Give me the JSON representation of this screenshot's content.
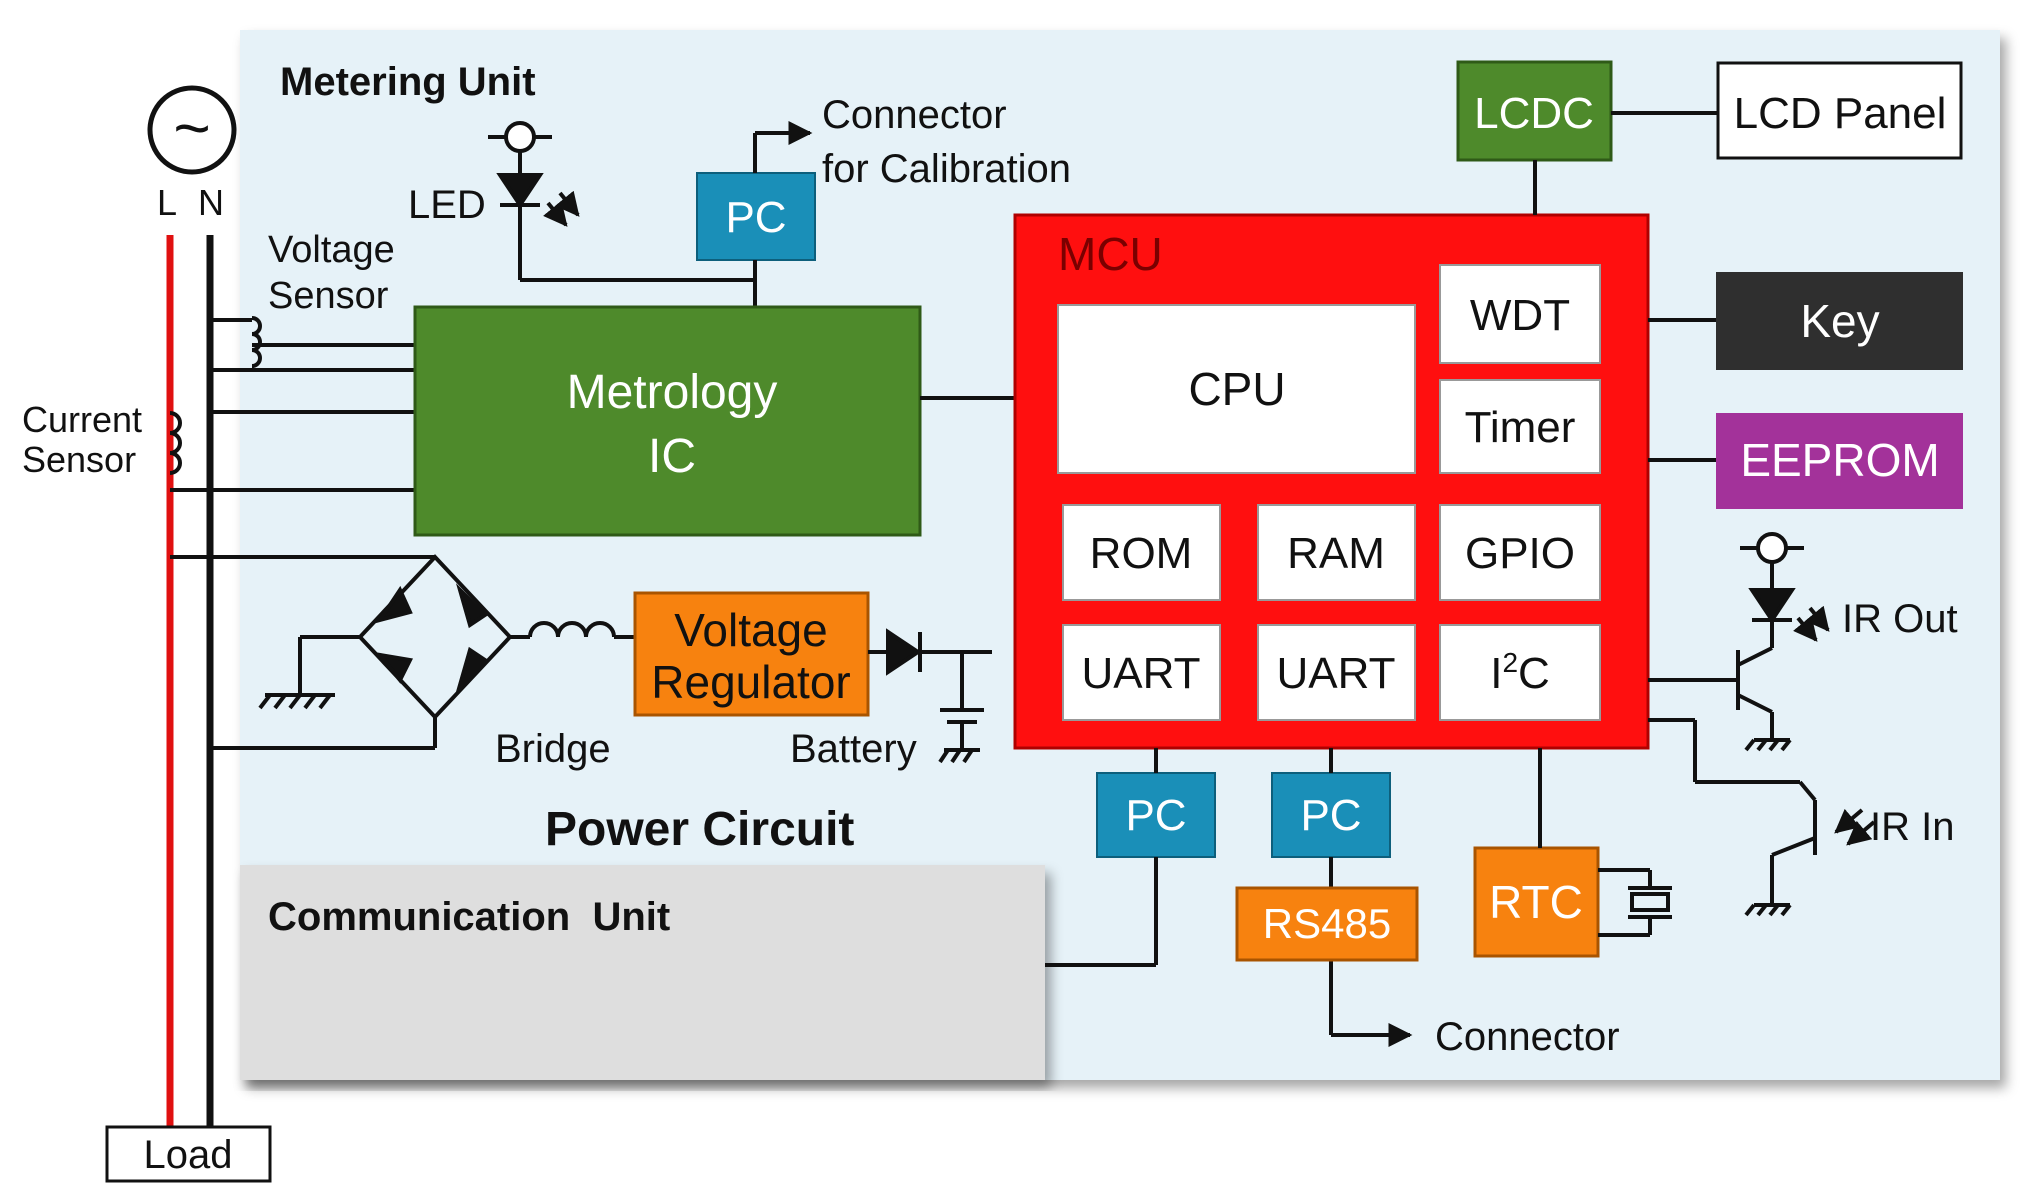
{
  "labels": {
    "metering_unit": "Metering Unit",
    "power_circuit": "Power Circuit",
    "communication_unit": "Communication  Unit",
    "led": "LED",
    "voltage_sensor_1": "Voltage",
    "voltage_sensor_2": "Sensor",
    "current_sensor_1": "Current",
    "current_sensor_2": "Sensor",
    "connector_calibration_1": "Connector",
    "connector_calibration_2": "for Calibration",
    "bridge": "Bridge",
    "battery": "Battery",
    "ir_out": "IR Out",
    "ir_in": "IR In",
    "connector": "Connector",
    "line_l": "L",
    "line_n": "N",
    "load": "Load",
    "ac_source": "~"
  },
  "blocks": {
    "pc_calibration": "PC",
    "lcdc": "LCDC",
    "lcd_panel": "LCD Panel",
    "metrology_ic_1": "Metrology",
    "metrology_ic_2": "IC",
    "mcu": "MCU",
    "cpu": "CPU",
    "wdt": "WDT",
    "timer": "Timer",
    "rom": "ROM",
    "ram": "RAM",
    "gpio": "GPIO",
    "uart_1": "UART",
    "uart_2": "UART",
    "i2c_base": "I",
    "i2c_sup": "2",
    "i2c_end": "C",
    "key": "Key",
    "eeprom": "EEPROM",
    "voltage_regulator_1": "Voltage",
    "voltage_regulator_2": "Regulator",
    "pc_comm_1": "PC",
    "pc_comm_2": "PC",
    "rs485": "RS485",
    "rtc": "RTC"
  },
  "colors": {
    "panel_bg": "#e6f2f8",
    "comm_bg": "#dedede",
    "green": "#4e8a2b",
    "teal": "#1a8fb8",
    "red": "#ff0f0f",
    "orange": "#f7820f",
    "magenta": "#a3329a",
    "dark": "#2f2f2f",
    "line_l": "#e01010",
    "wire": "#111111"
  }
}
